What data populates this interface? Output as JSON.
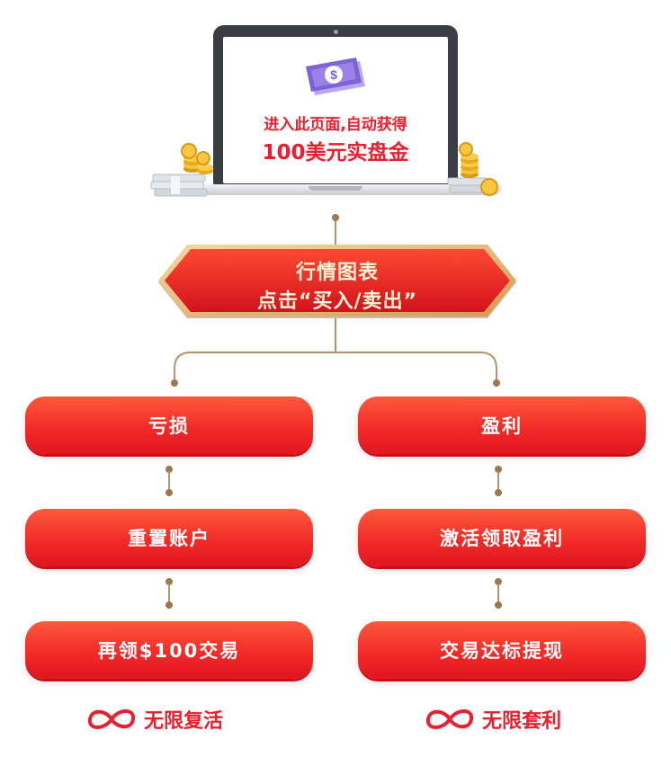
{
  "laptop": {
    "line1": "进入此页面,自动获得",
    "line2": "100美元实盘金"
  },
  "banner": {
    "line1": "行情图表",
    "line2": "点击“买入/卖出”"
  },
  "left_branch": {
    "steps": [
      "亏损",
      "重置账户",
      "再领$100交易"
    ],
    "footer": "无限复活"
  },
  "right_branch": {
    "steps": [
      "盈利",
      "激活领取盈利",
      "交易达标提现"
    ],
    "footer": "无限套利"
  },
  "colors": {
    "accent_red": "#e8202f",
    "connector": "#b8926a",
    "banner_text": "#fff6d8"
  },
  "icons": [
    "money-icon",
    "coin-stack-icon",
    "cash-bundle-icon",
    "infinity-icon"
  ]
}
